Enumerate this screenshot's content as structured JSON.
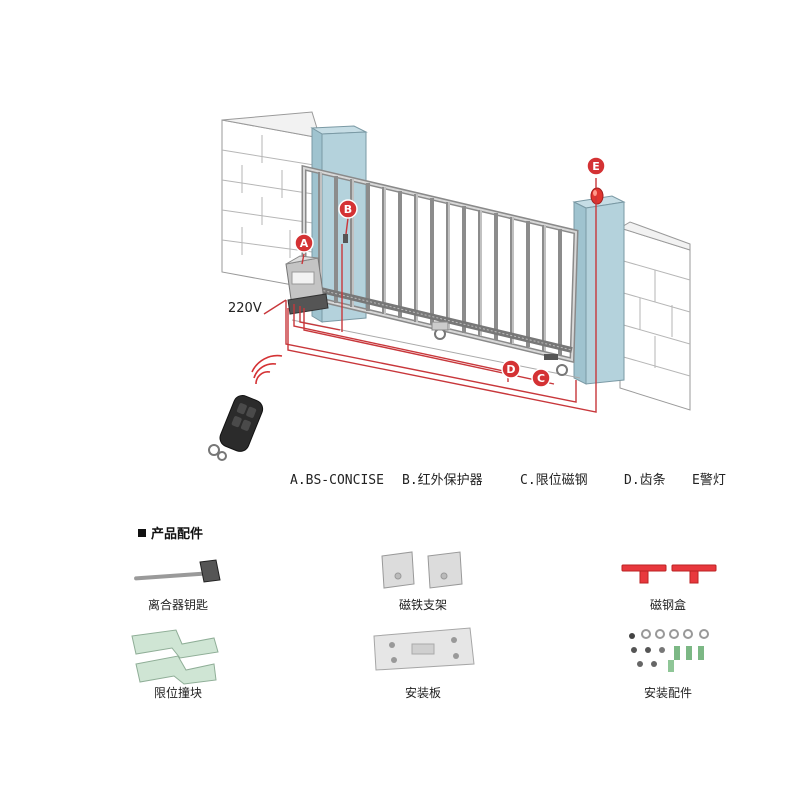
{
  "diagram": {
    "voltage_label": "220V",
    "markers": [
      "A",
      "B",
      "C",
      "D",
      "E"
    ],
    "legend": [
      "A.BS-CONCISE",
      "B.红外保护器",
      "C.限位磁钢",
      "D.齿条",
      "E警灯"
    ]
  },
  "accessories": {
    "section_title": "产品配件",
    "items": [
      "离合器钥匙",
      "磁铁支架",
      "磁钢盒",
      "限位撞块",
      "安装板",
      "安装配件"
    ]
  },
  "colors": {
    "wire": "#c8373b",
    "marker": "#d43234",
    "post": "#9fc3cf",
    "magnet_box": "#e8383d"
  }
}
